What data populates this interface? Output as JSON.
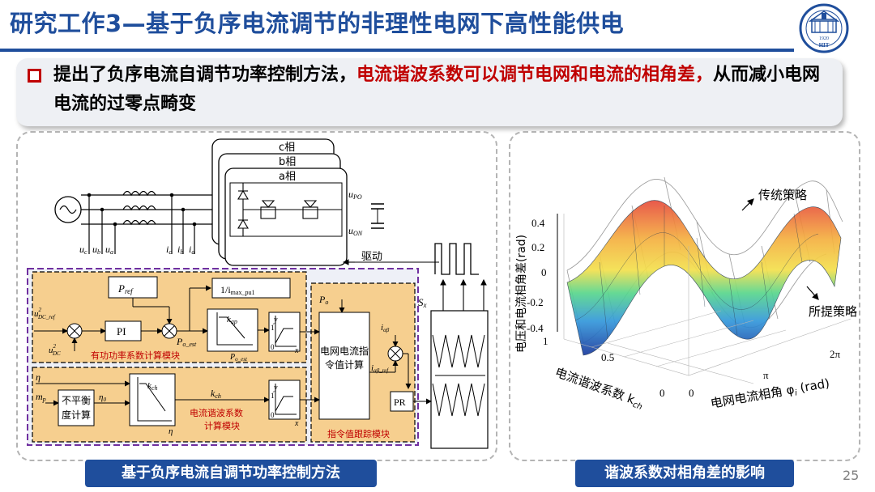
{
  "header": {
    "title": "研究工作3—基于负序电流调节的非理性电网下高性能供电",
    "logo_text": "HIT",
    "logo_year": "1920"
  },
  "callout": {
    "text_part1": "提出了负序电流自调节功率控制方法，",
    "text_highlight": "电流谐波系数可以调节电网和电流的相角差，",
    "text_part2": "从而减小电网电流的过零点畸变"
  },
  "left_diagram": {
    "phase_labels": [
      "c相",
      "b相",
      "a相"
    ],
    "u_po": "u",
    "u_po_sub": "PO",
    "u_on": "u",
    "u_on_sub": "ON",
    "drive_label": "驱动",
    "u_labels": [
      "u",
      "u",
      "u"
    ],
    "u_subs": [
      "c",
      "b",
      "a"
    ],
    "i_labels": [
      "i",
      "i",
      "i"
    ],
    "i_subs": [
      "c",
      "b",
      "a"
    ],
    "p_ref": "P",
    "p_ref_sub": "ref",
    "imax": "1/i",
    "imax_sub": "max_pu1",
    "udc_ref": "u",
    "udc_ref_sup": "2",
    "udc_ref_sub": "DC_ref",
    "udc": "u",
    "udc_sup": "2",
    "udc_sub": "DC",
    "pi_label": "PI",
    "po_est": "P",
    "po_est_sub": "o_est",
    "kap": "k",
    "kap_sub": "ap",
    "po_est_axis": "P",
    "po_est_axis_sub": "o_est",
    "module1": "有功功率系数计算模块",
    "po": "P",
    "po_sub": "o",
    "grid_block": "电网电流指令值计算",
    "i_ab": "i",
    "i_ab_sub": "αβ",
    "i_ab_ref": "i",
    "i_ab_ref_sub": "αβ_ref",
    "pr_label": "PR",
    "sx": "S",
    "sx_sub": "x",
    "eta": "η",
    "mp": "m",
    "mp_sub": "p",
    "unbalance_block": "不平衡度计算",
    "eta0": "η",
    "eta0_sub": "0",
    "kch": "k",
    "kch_sub": "ch",
    "module2_line1": "电流谐波系数",
    "module2_line2": "计算模块",
    "module3": "指令值跟踪模块",
    "axis_y": "y",
    "axis_x": "x",
    "axis_zero": "0",
    "axis_one": "1"
  },
  "right_chart": {
    "y_axis_label": "电压和电流相角差(rad)",
    "y_ticks": [
      "0.4",
      "0.2",
      "0",
      "-0.2",
      "-0.4"
    ],
    "kch_axis_label": "电流谐波系数 k",
    "kch_axis_sub": "ch",
    "kch_ticks": [
      "1",
      "0.5",
      "0"
    ],
    "phi_axis_label": "电网电流相角 φ",
    "phi_axis_sub": "i",
    "phi_axis_unit": " (rad)",
    "phi_ticks": [
      "0",
      "π",
      "2π"
    ],
    "label_traditional": "传统策略",
    "label_proposed": "所提策略"
  },
  "captions": {
    "left": "基于负序电流自调节功率控制方法",
    "right": "谐波系数对相角差的影响"
  },
  "page_number": "25"
}
